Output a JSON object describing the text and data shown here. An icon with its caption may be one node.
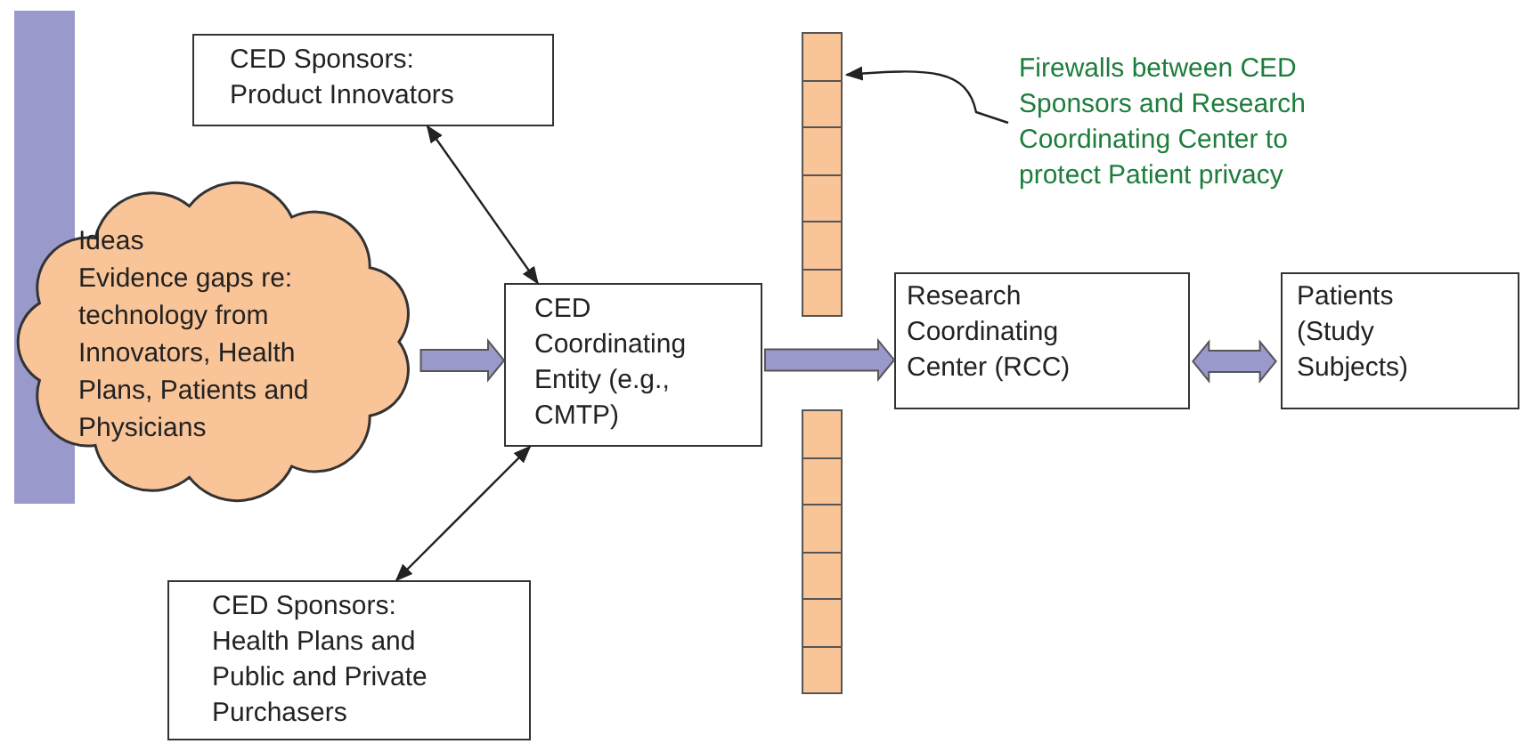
{
  "diagram": {
    "nodes": [
      {
        "text": [
          "CED Sponsors: Product Innovators"
        ]
      },
      {
        "text": [],
        "shape": "bar"
      },
      {
        "text": [
          "Firewalls between CED Sponsors and Research Coordinating Center to protect Patient privacy"
        ]
      },
      {
        "text": [
          "Ideas",
          "Evidence gaps re: technology from Innovators, Health Plans, Patients and Physicians"
        ]
      },
      {
        "text": [
          "CED Coordinating Entity (e.g., CMTP)"
        ]
      },
      {
        "text": [
          "Research Coordinating Center (RCC)"
        ]
      },
      {
        "text": [
          "Patients (Study Subjects)"
        ]
      },
      {
        "text": [],
        "shape": "bar"
      },
      {
        "text": [
          "CED Sponsors: Health Plans and Public and Private Purchasers"
        ]
      },
      {
        "text": [],
        "shape": "bar"
      }
    ],
    "edges": [
      {
        "from": 0,
        "to": 4,
        "arrow": "both"
      },
      {
        "from": 2,
        "to": 1,
        "arrow": "to"
      },
      {
        "from": 3,
        "to": 4,
        "arrow": "to",
        "style": "thick",
        "color": "#9999cc"
      },
      {
        "from": 4,
        "to": 5,
        "arrow": "to",
        "style": "thick",
        "color": "#9999cc"
      },
      {
        "from": 5,
        "to": 6,
        "arrow": "both",
        "style": "thick",
        "color": "#9999cc"
      },
      {
        "from": 4,
        "to": 8,
        "arrow": "both"
      }
    ]
  }
}
